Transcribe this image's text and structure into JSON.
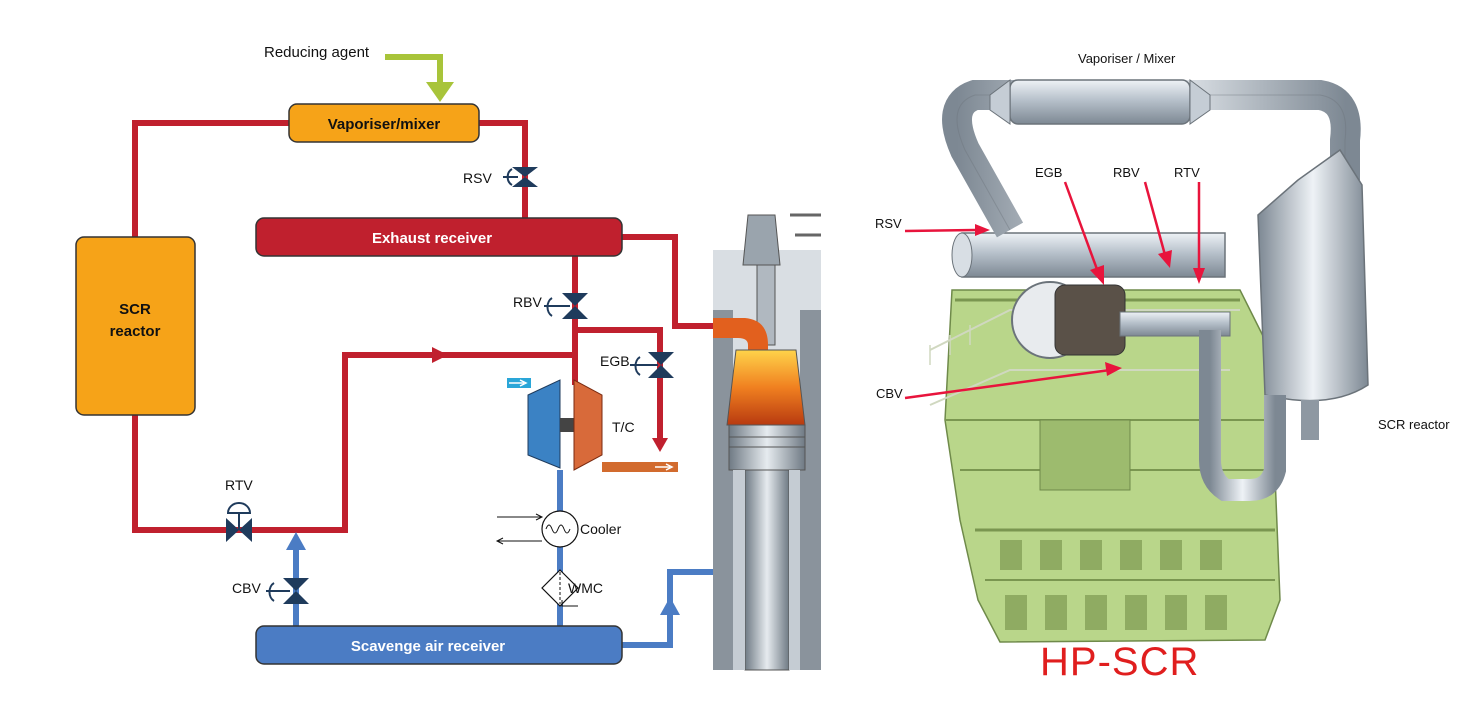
{
  "schematic": {
    "reducing_agent": "Reducing agent",
    "vaporiser_mixer": "Vaporiser/mixer",
    "exhaust_receiver": "Exhaust receiver",
    "scr_line1": "SCR",
    "scr_line2": "reactor",
    "scavenge_air_receiver": "Scavenge air receiver",
    "rsv": "RSV",
    "rbv": "RBV",
    "egb": "EGB",
    "rtv": "RTV",
    "cbv": "CBV",
    "tc": "T/C",
    "cooler": "Cooler",
    "wmc": "WMC"
  },
  "engine_view": {
    "vaporiser_mixer": "Vaporiser / Mixer",
    "rsv": "RSV",
    "egb": "EGB",
    "rbv": "RBV",
    "rtv": "RTV",
    "cbv": "CBV",
    "scr_reactor": "SCR reactor",
    "hp_scr": "HP-SCR"
  },
  "colors": {
    "exhaust_red": "#c0202e",
    "scavenge_blue": "#4b7cc4",
    "reactor_orange": "#f6a318",
    "agent_green": "#a8c43a",
    "engine_green": "#b9d68a",
    "hp_label_red": "#e01e1e"
  }
}
